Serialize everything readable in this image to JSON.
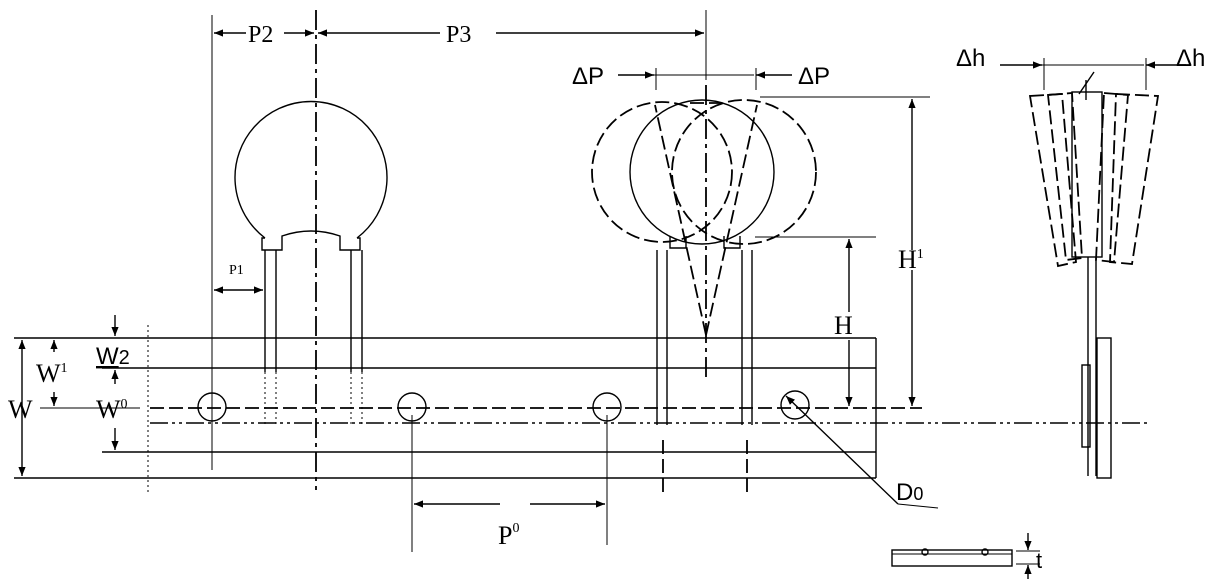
{
  "labels": {
    "p2": "P2",
    "p3": "P3",
    "p1": "P1",
    "delta_p_left": "ΔP",
    "delta_p_right": "ΔP",
    "delta_h_left": "Δh",
    "delta_h_right": "Δh",
    "h1_main": "H",
    "h1_sup": "1",
    "h": "H",
    "w2_main": "W",
    "w2_sub": "2",
    "w1_main": "W",
    "w1_sup": "1",
    "w": "W",
    "w0_main": "W",
    "w0_sup": "0",
    "d0_main": "D",
    "d0_sub": "0",
    "p0_main": "P",
    "p0_sup": "0",
    "t": "t"
  }
}
